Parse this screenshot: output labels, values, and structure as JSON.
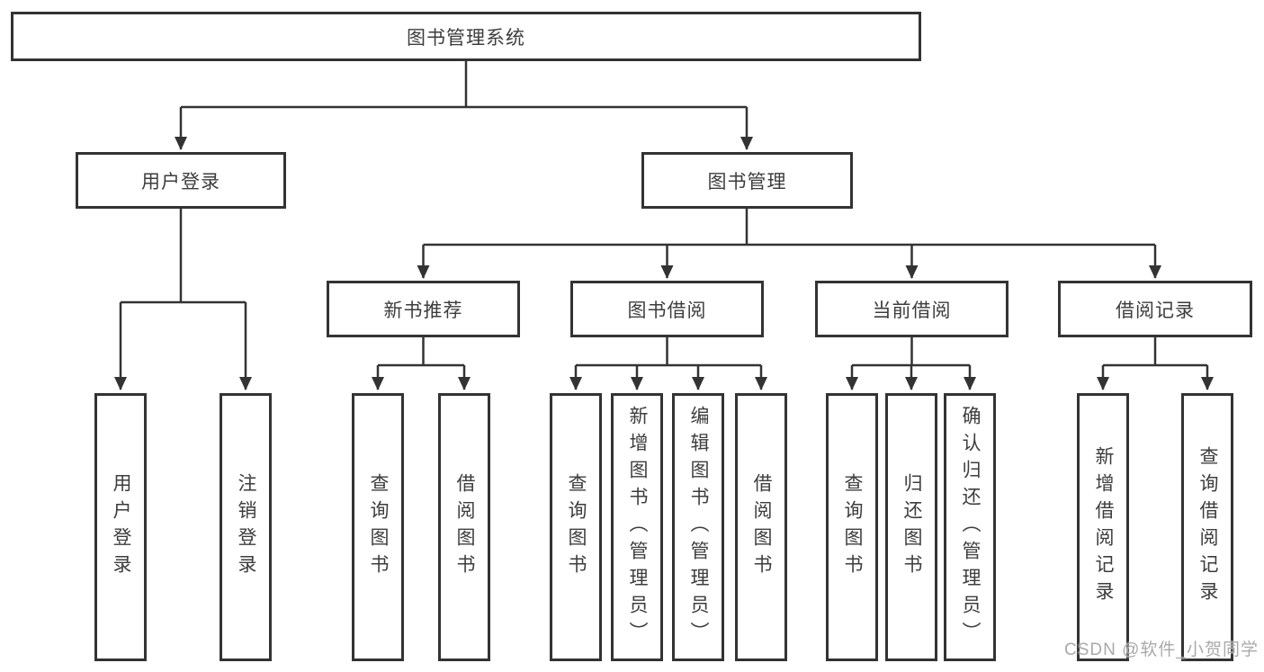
{
  "root": {
    "label": "图书管理系统"
  },
  "level2": [
    {
      "label": "用户登录"
    },
    {
      "label": "图书管理"
    }
  ],
  "level3": [
    {
      "label": "新书推荐"
    },
    {
      "label": "图书借阅"
    },
    {
      "label": "当前借阅"
    },
    {
      "label": "借阅记录"
    }
  ],
  "leaves": [
    {
      "label": "用户登录",
      "parent": "用户登录"
    },
    {
      "label": "注销登录",
      "parent": "用户登录"
    },
    {
      "label": "查询图书",
      "parent": "新书推荐"
    },
    {
      "label": "借阅图书",
      "parent": "新书推荐"
    },
    {
      "label": "查询图书",
      "parent": "图书借阅"
    },
    {
      "label": "新增图书（管理员）",
      "parent": "图书借阅"
    },
    {
      "label": "编辑图书（管理员）",
      "parent": "图书借阅"
    },
    {
      "label": "借阅图书",
      "parent": "图书借阅"
    },
    {
      "label": "查询图书",
      "parent": "当前借阅"
    },
    {
      "label": "归还图书",
      "parent": "当前借阅"
    },
    {
      "label": "确认归还（管理员）",
      "parent": "当前借阅"
    },
    {
      "label": "新增借阅记录",
      "parent": "借阅记录"
    },
    {
      "label": "查询借阅记录",
      "parent": "借阅记录"
    }
  ],
  "watermark": {
    "text": "CSDN @软件_小贺同学"
  },
  "colors": {
    "line": "#333333",
    "text": "#3d3d3d",
    "watermark": "#a9a9a9",
    "background": "#ffffff"
  }
}
